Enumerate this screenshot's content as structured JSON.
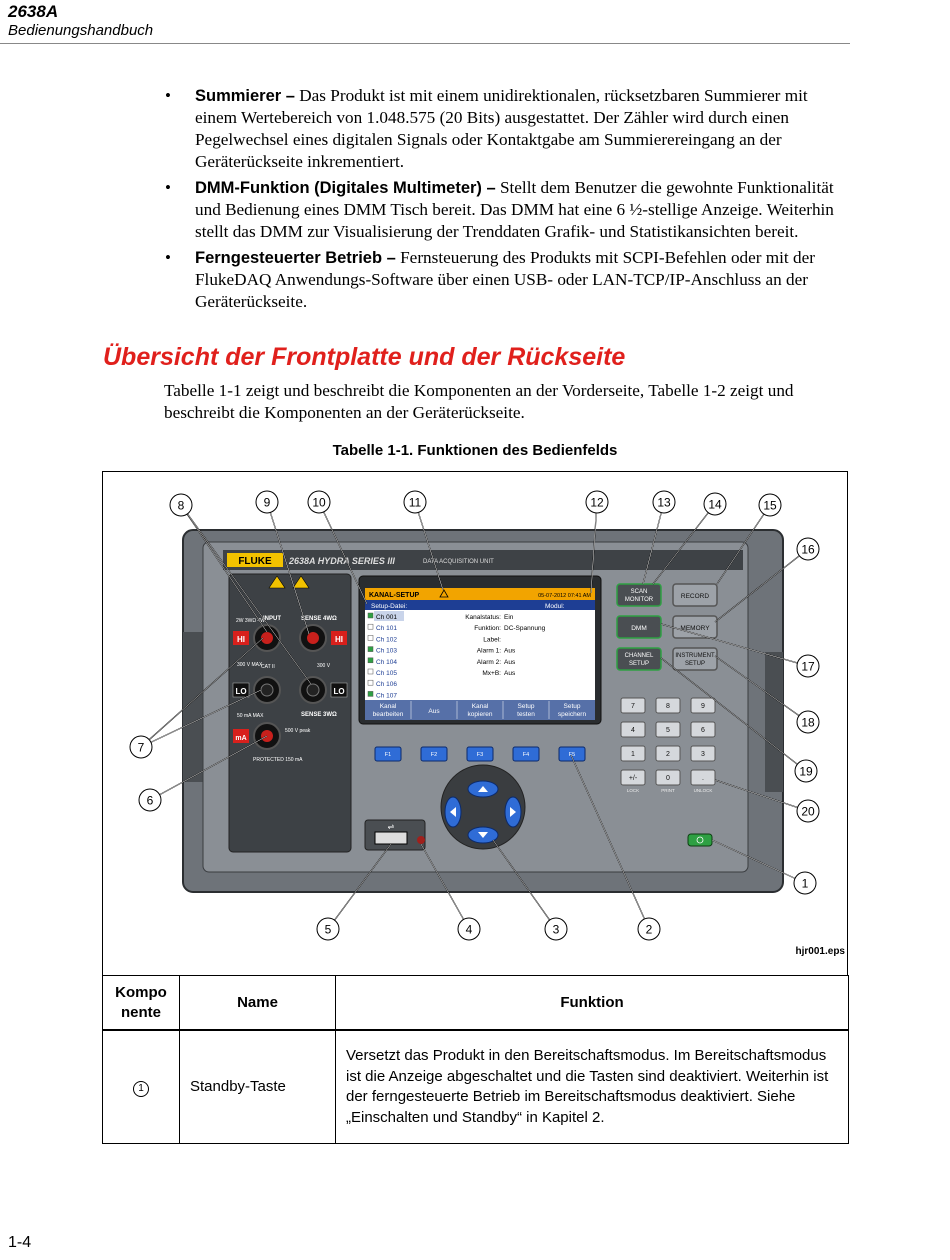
{
  "header": {
    "title": "2638A",
    "subtitle": "Bedienungshandbuch"
  },
  "bullets": [
    {
      "term": "Summierer –",
      "text": " Das Produkt ist mit einem unidirektionalen, rücksetzbaren Summierer mit einem Wertebereich von 1.048.575 (20 Bits) ausgestattet. Der Zähler wird durch einen Pegelwechsel eines digitalen Signals oder Kontaktgabe am Summierereingang an der Geräterückseite inkrementiert."
    },
    {
      "term": "DMM-Funktion (Digitales Multimeter) –",
      "text": " Stellt dem Benutzer die gewohnte Funktionalität und Bedienung eines DMM Tisch bereit. Das DMM hat eine 6 ½-stellige Anzeige. Weiterhin stellt das DMM zur Visualisierung der Trenddaten Grafik- und Statistikansichten bereit."
    },
    {
      "term": "Ferngesteuerter Betrieb –",
      "text": " Fernsteuerung des Produkts mit SCPI-Befehlen oder mit der FlukeDAQ Anwendungs-Software über einen USB- oder LAN-TCP/IP-Anschluss an der Geräterückseite."
    }
  ],
  "section_title": "Übersicht der Frontplatte und der Rückseite",
  "intro": "Tabelle 1-1 zeigt und beschreibt die Komponenten an der Vorderseite, Tabelle 1-2 zeigt und beschreibt die Komponenten an der Geräterückseite.",
  "table_caption": "Tabelle 1-1. Funktionen des Bedienfelds",
  "figure": {
    "id": "hjr001.eps",
    "brand": "FLUKE",
    "model": "2638A HYDRA SERIES III",
    "model_sub": "DATA ACQUISITION UNIT",
    "callouts": [
      "1",
      "2",
      "3",
      "4",
      "5",
      "6",
      "7",
      "8",
      "9",
      "10",
      "11",
      "12",
      "13",
      "14",
      "15",
      "16",
      "17",
      "18",
      "19",
      "20"
    ],
    "screen": {
      "title": "KANAL-SETUP",
      "datetime": "05-07-2012 07:41 AM",
      "setup_file": "Setup-Datei:",
      "mode": "Modul:",
      "channels": [
        "Ch 001",
        "Ch 101",
        "Ch 102",
        "Ch 103",
        "Ch 104",
        "Ch 105",
        "Ch 106",
        "Ch 107"
      ],
      "details": [
        "Kanalstatus: Ein",
        "Funktion: DC-Spannung",
        "Label:",
        "Alarm 1: Aus",
        "Alarm 2: Aus",
        "Mx+B: Aus"
      ],
      "softkeys": [
        "Kanal bearbeiten",
        "Aus",
        "Kanal kopieren",
        "Setup testen",
        "Setup speichern"
      ]
    },
    "fkeys": [
      "F1",
      "F2",
      "F3",
      "F4",
      "F5"
    ],
    "buttons": [
      "SCAN MONITOR",
      "RECORD",
      "DMM",
      "MEMORY",
      "CHANNEL SETUP",
      "INSTRUMENT SETUP"
    ],
    "keypad": [
      "7",
      "8",
      "9",
      "4",
      "5",
      "6",
      "1",
      "2",
      "3",
      "+/-",
      "0",
      "."
    ],
    "keypad_sub": [
      "LOCK",
      "PRINT",
      "UNLOCK"
    ],
    "input_labels": {
      "input": "INPUT",
      "sense4w": "SENSE 4WΩ",
      "sense3w": "SENSE 3WΩ",
      "hi": "HI",
      "lo": "LO",
      "ma": "mA",
      "wires": "2W 3WΩ 4W",
      "v300": "300 V MAX",
      "cat": "CAT II",
      "v300b": "300 V",
      "ma_max": "50 mA MAX",
      "v500": "500 V peak",
      "protected": "PROTECTED 150 mA"
    }
  },
  "table": {
    "headers": [
      "Kompo nente",
      "Name",
      "Funktion"
    ],
    "rows": [
      {
        "num": "1",
        "name": "Standby-Taste",
        "func": "Versetzt das Produkt in den Bereitschaftsmodus. Im Bereitschaftsmodus ist die Anzeige abgeschaltet und die Tasten sind deaktiviert. Weiterhin ist der ferngesteuerte Betrieb im Bereitschaftsmodus deaktiviert. Siehe „Einschalten und Standby“ in Kapitel 2."
      }
    ]
  },
  "page_number": "1-4"
}
